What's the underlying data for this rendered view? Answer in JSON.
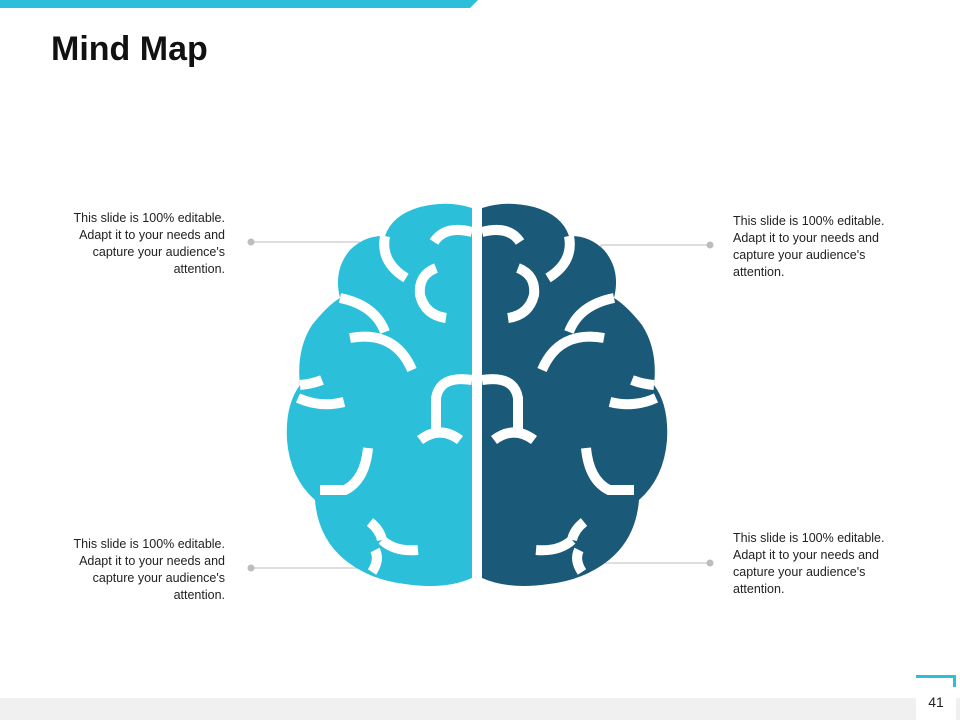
{
  "slide": {
    "title": "Mind Map",
    "page_number": "41",
    "accent_color": "#2bbfd9",
    "dark_color": "#1a5a78"
  },
  "notes": {
    "top_left": "This slide is 100% editable. Adapt it to your needs and capture your audience's attention.",
    "bottom_left": "This slide is 100% editable. Adapt it to your needs and capture your audience's attention.",
    "top_right": "This slide is 100% editable. Adapt it to your needs and capture your audience's attention.",
    "bottom_right": "This slide is 100% editable. Adapt it to your needs and capture your audience's attention."
  },
  "icons": {
    "brain": "brain-icon"
  }
}
